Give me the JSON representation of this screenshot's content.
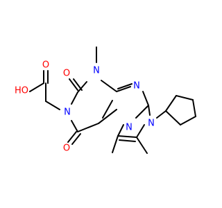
{
  "molecule": {
    "colors": {
      "bond": "#000000",
      "oxygen": "#ff0000",
      "nitrogen": "#0000ff"
    },
    "labels": {
      "hydroxyl": "HO",
      "acid_carbonyl_o": "O",
      "c2_carbonyl_o": "O",
      "c6_carbonyl_o": "O",
      "n1": "N",
      "n3": "N",
      "n9": "N",
      "n7": "N",
      "n8": "N"
    }
  }
}
